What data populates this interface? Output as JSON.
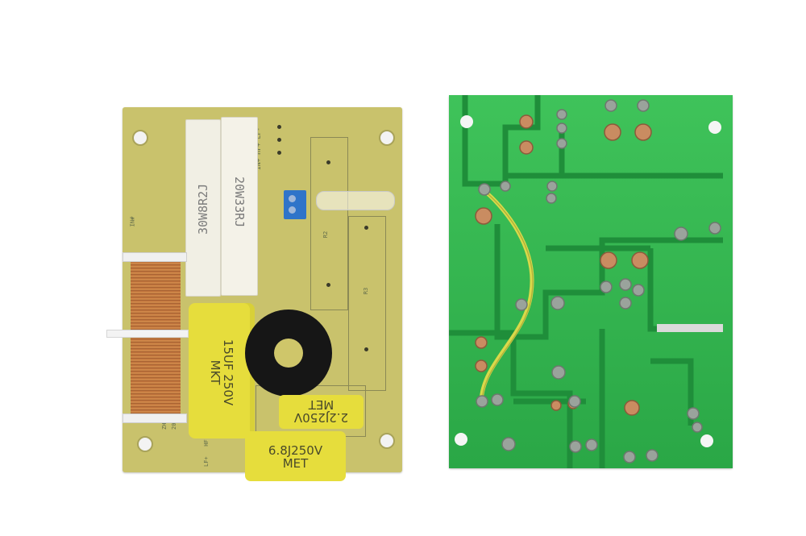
{
  "left_board": {
    "silk_top": "IN+ HF+ LF-",
    "silk_in": "IN#",
    "silk_r2": "R2",
    "silk_r3": "R3",
    "silk_pcb_1": "ZH-018 PCB",
    "silk_pcb_2": "2024.11.3",
    "silk_bottom": "LF+   HF-",
    "resistor_1": "30W8R2J",
    "resistor_2": "20W33RJ",
    "cap_large_1": "15UF 250V",
    "cap_large_2": "MKT",
    "cap_mid_1": "2.2J250V",
    "cap_mid_2": "MET",
    "cap_small_1": "6.8J250V",
    "cap_small_2": "MET"
  },
  "colors": {
    "pcb_left": "#c9c26c",
    "pcb_right": "#2fb64a",
    "capacitor": "#e6dd3c",
    "resistor": "#f1efe4",
    "copper": "#b86a35"
  }
}
